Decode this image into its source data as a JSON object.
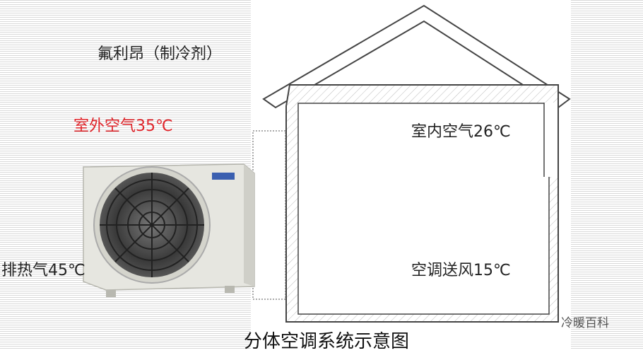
{
  "labels": {
    "refrigerant": "氟利昂（制冷剂）",
    "outdoor_air": "室外空气35℃",
    "indoor_air": "室内空气26℃",
    "exhaust_air": "排热气45℃",
    "supply_air": "空调送风15℃"
  },
  "caption": "分体空调系统示意图",
  "watermark": "冷暖百科",
  "colors": {
    "refrigerant_arrow": "#f2a33a",
    "supply_line": "#2ee62e",
    "return_line": "#c8141e",
    "warm_curve": "#e8928f",
    "cool_curve": "#8dcf4f",
    "sun_fill": "#ffee00",
    "sun_rays": "#f5b400",
    "heat_arrow_dark": "#c0282d",
    "heat_arrow_light": "#f08a8a",
    "outdoor_label_red": "#e0242a"
  }
}
